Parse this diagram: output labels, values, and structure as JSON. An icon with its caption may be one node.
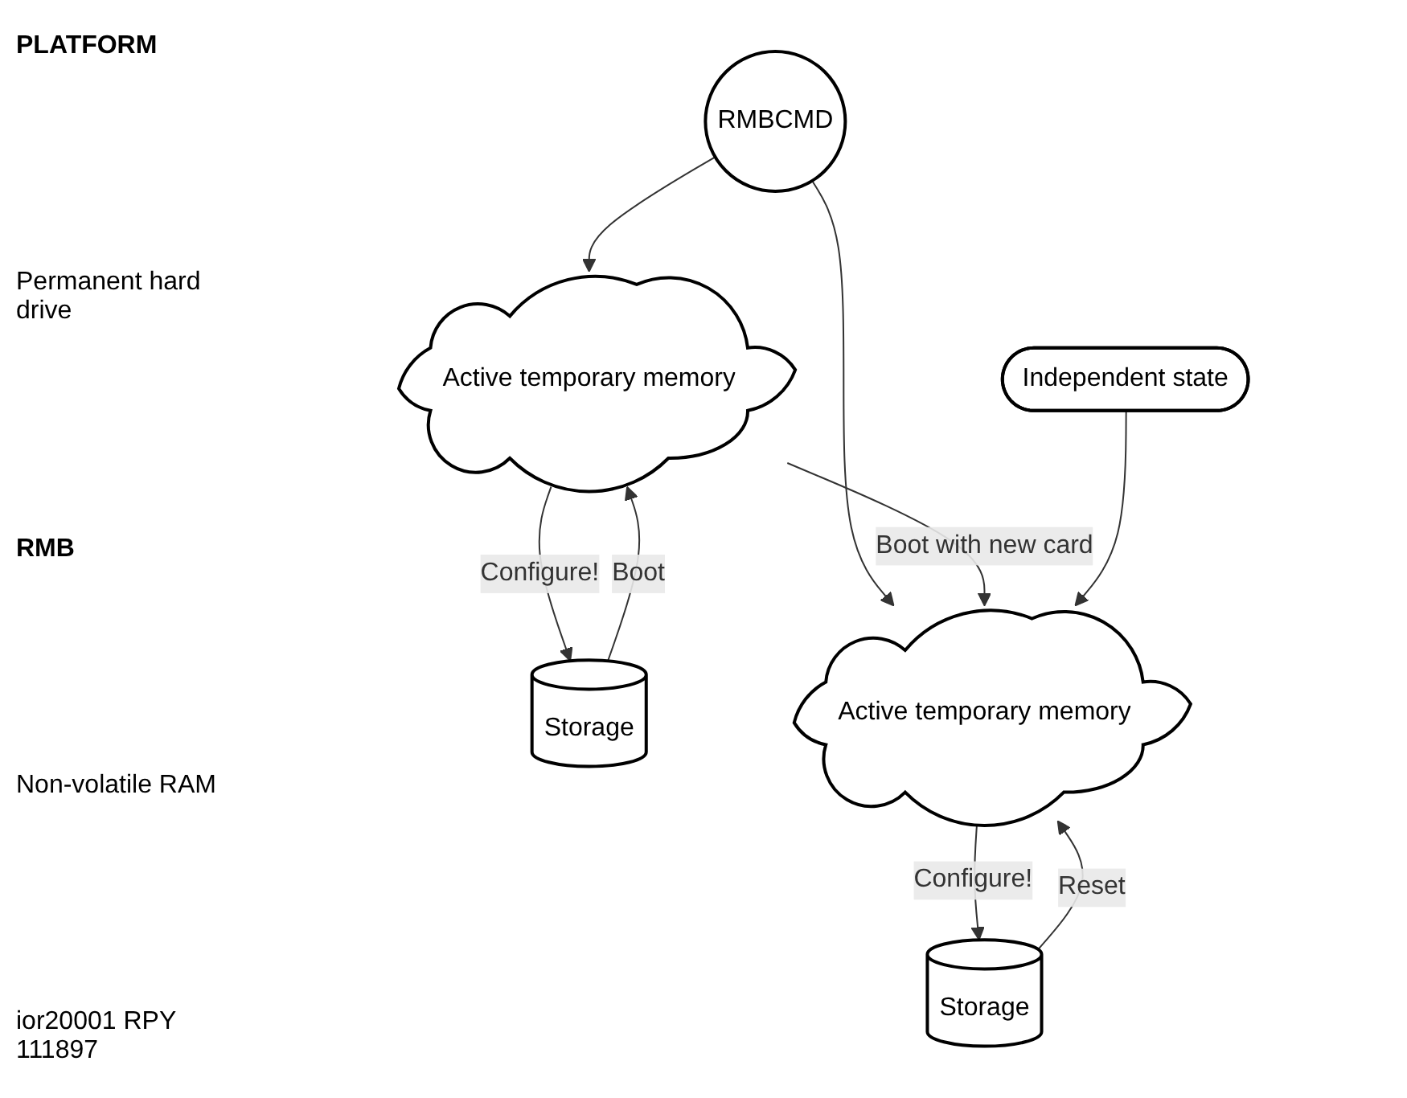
{
  "diagram": {
    "nodes": [
      {
        "text": [
          "Active temporary memory"
        ]
      },
      {
        "text": [
          "Storage"
        ]
      },
      {
        "text": [
          "RMBCMD"
        ]
      },
      {
        "text": [
          "Active temporary memory"
        ]
      },
      {
        "text": [
          "Storage"
        ]
      },
      {
        "text": [
          "Independent state"
        ]
      }
    ],
    "edges": [
      {
        "from": 0,
        "to": 1,
        "arrow": "to",
        "label": "Configure!"
      },
      {
        "from": 1,
        "to": 0,
        "arrow": "to",
        "label": "Boot"
      },
      {
        "from": 2,
        "to": 0,
        "arrow": "to"
      },
      {
        "from": 2,
        "to": 3,
        "arrow": "to"
      },
      {
        "from": 0,
        "to": 3,
        "arrow": "to",
        "label": "Boot with new card"
      },
      {
        "from": 3,
        "to": 4,
        "arrow": "to",
        "label": "Configure!"
      },
      {
        "from": 4,
        "to": 3,
        "arrow": "to",
        "label": "Reset"
      },
      {
        "from": 5,
        "to": 3,
        "arrow": "to"
      }
    ],
    "labels": [
      "PLATFORM",
      "Permanent hard drive",
      "RMB",
      "Non-volatile RAM",
      "ior20001 RPY 111897"
    ]
  }
}
